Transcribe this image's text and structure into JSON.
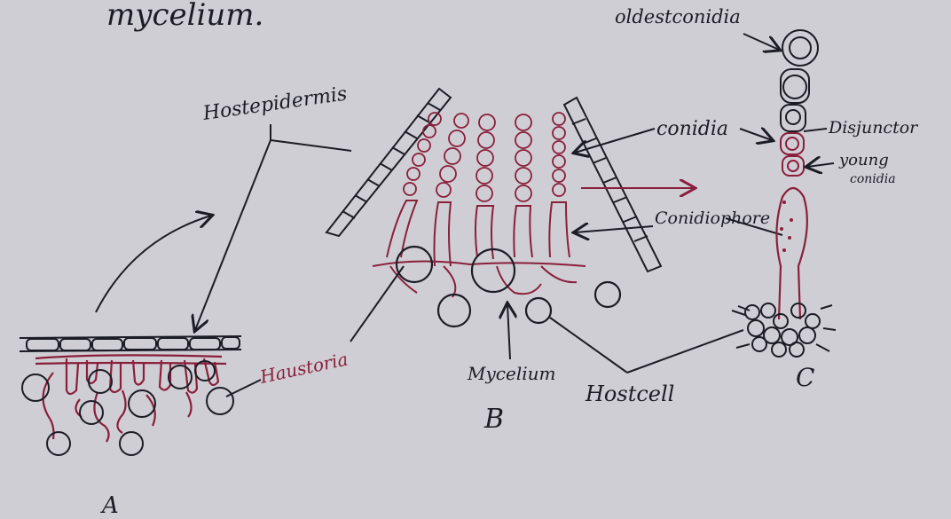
{
  "colors": {
    "paper": "#cfced4",
    "ink": "#1c1c26",
    "red_ink": "#8a1f3c"
  },
  "header": {
    "text": "mycelium."
  },
  "labels": {
    "host_epidermis": "Hostepidermis",
    "haustoria": "Haustoria",
    "conidia": "conidia",
    "conidiophore": "Conidiophore",
    "mycelium": "Mycelium",
    "host_cell": "Hostcell",
    "oldest_conidia": "oldestconidia",
    "disjunctor": "Disjunctor",
    "young_conidia_line1": "young",
    "young_conidia_line2": "conidia"
  },
  "figure_letters": {
    "a": "A",
    "b": "B",
    "c": "C"
  }
}
